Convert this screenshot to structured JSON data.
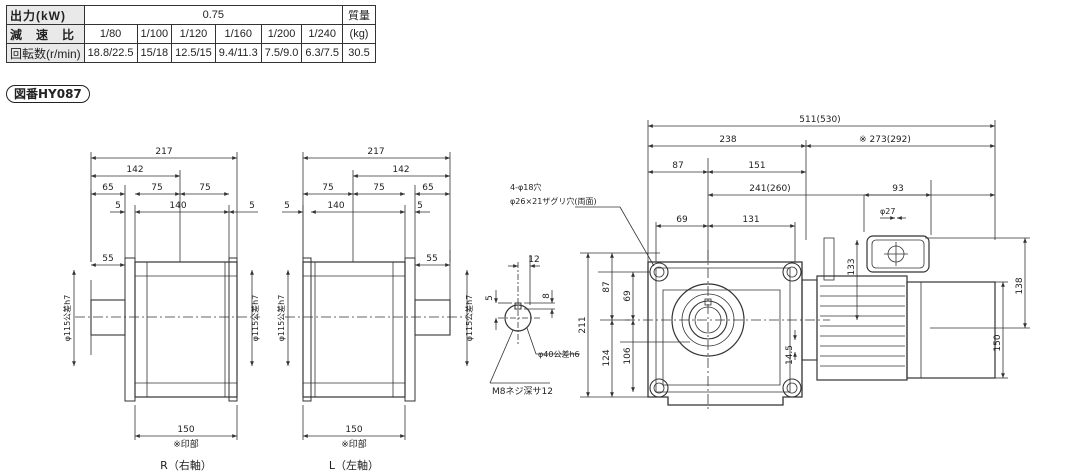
{
  "table": {
    "output_label": "出力(kW)",
    "output_value": "0.75",
    "mass_label": "質量",
    "ratio_label": "減　速　比",
    "ratios": [
      "1/80",
      "1/100",
      "1/120",
      "1/160",
      "1/200",
      "1/240"
    ],
    "mass_unit": "(kg)",
    "speed_label": "回転数(r/min)",
    "speeds": [
      "18.8/22.5",
      "15/18",
      "12.5/15",
      "9.4/11.3",
      "7.5/9.0",
      "6.3/7.5"
    ],
    "mass_value": "30.5"
  },
  "drawing_no": "図番HY087",
  "view_r": {
    "dims": {
      "overall": "217",
      "d142": "142",
      "d65": "65",
      "d75a": "75",
      "d75b": "75",
      "d5a": "5",
      "d140": "140",
      "d5b": "5",
      "d55": "55",
      "d150": "150"
    },
    "shaft_dia": "φ115公差h7",
    "stamp": "※印部",
    "caption": "R（右軸）"
  },
  "view_l": {
    "dims": {
      "overall": "217",
      "d142": "142",
      "d75a": "75",
      "d75b": "75",
      "d65": "65",
      "d5a": "5",
      "d140": "140",
      "d5b": "5",
      "d55": "55",
      "d150": "150"
    },
    "shaft_dia": "φ115公差h7",
    "stamp": "※印部",
    "caption": "L（左軸）"
  },
  "shaft_detail": {
    "d12": "12",
    "d5": "5",
    "d8": "8",
    "shaft_note": "φ40公差h6",
    "screw_note": "M8ネジ深サ12"
  },
  "front_view": {
    "holes_note": "4-φ18穴",
    "counterbore_note": "φ26×21ザグリ穴(両面)",
    "d511": "511(530)",
    "d238": "238",
    "d273": "※ 273(292)",
    "d87h": "87",
    "d151": "151",
    "d241": "241(260)",
    "d93": "93",
    "d69h": "69",
    "d131": "131",
    "d27": "φ27",
    "d211": "211",
    "d87v": "87",
    "d69v": "69",
    "d124": "124",
    "d106": "106",
    "d133": "133",
    "d14_5": "14.5",
    "d138": "138",
    "d150": "150"
  }
}
